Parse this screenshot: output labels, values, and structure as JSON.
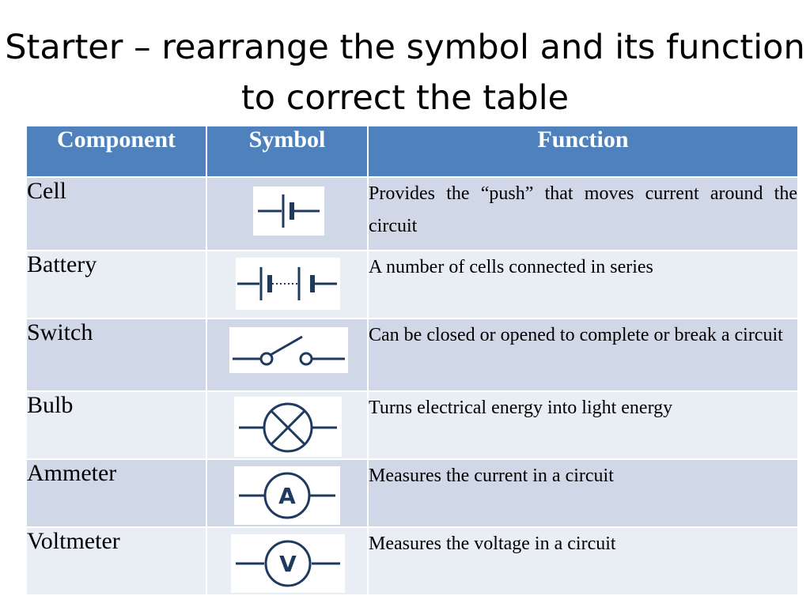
{
  "title": "Starter – rearrange the symbol and its function to correct the table",
  "table": {
    "headers": [
      "Component",
      "Symbol",
      "Function"
    ],
    "rows": [
      {
        "component": "Cell",
        "symbol_icon": "cell-symbol-icon",
        "function": "Provides the “push” that moves current around the circuit"
      },
      {
        "component": "Battery",
        "symbol_icon": "battery-symbol-icon",
        "function": "A number of cells connected in series"
      },
      {
        "component": "Switch",
        "symbol_icon": "switch-symbol-icon",
        "function": "Can be closed or opened to complete or break a circuit"
      },
      {
        "component": "Bulb",
        "symbol_icon": "bulb-symbol-icon",
        "function": "Turns electrical energy into light energy"
      },
      {
        "component": "Ammeter",
        "symbol_icon": "ammeter-symbol-icon",
        "function": "Measures the current in a circuit"
      },
      {
        "component": "Voltmeter",
        "symbol_icon": "voltmeter-symbol-icon",
        "function": "Measures the voltage in a circuit"
      }
    ]
  },
  "symbol_letters": {
    "ammeter": "A",
    "voltmeter": "V"
  },
  "colors": {
    "header_bg": "#4f81bd",
    "row_dark": "#d0d8e8",
    "row_light": "#e9edf4",
    "symbol_stroke": "#1f3a5f"
  }
}
